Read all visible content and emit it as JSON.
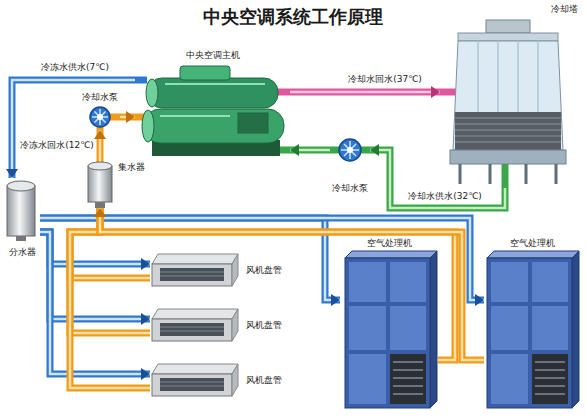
{
  "diagram": {
    "title": "中央空调系统工作原理",
    "nodes": [
      {
        "text": [
          "中央空调主机"
        ]
      },
      {
        "text": [
          "冷却塔"
        ]
      },
      {
        "text": [
          "冷却水泵"
        ]
      },
      {
        "text": [
          "冷却水泵"
        ]
      },
      {
        "text": [
          "集水器"
        ]
      },
      {
        "text": [
          "分水器"
        ]
      },
      {
        "text": [
          "风机盘管"
        ]
      },
      {
        "text": [
          "风机盘管"
        ]
      },
      {
        "text": [
          "风机盘管"
        ]
      },
      {
        "text": [
          "空气处理机"
        ]
      },
      {
        "text": [
          "空气处理机"
        ]
      }
    ],
    "edges": [
      {
        "from": 0,
        "to": 1,
        "label": "冷却水回水(37℃)",
        "arrow": "to"
      },
      {
        "from": 1,
        "to": 2,
        "label": "冷却水供水(32℃)",
        "arrow": "to"
      },
      {
        "from": 2,
        "to": 0,
        "arrow": "to"
      },
      {
        "from": 0,
        "to": 5,
        "label": "冷冻水供水(7℃)",
        "arrow": "to"
      },
      {
        "from": 4,
        "to": 3,
        "label": "冷冻水回水(12℃)",
        "arrow": "to"
      },
      {
        "from": 3,
        "to": 0,
        "arrow": "to"
      },
      {
        "from": 5,
        "to": 6,
        "arrow": "to"
      },
      {
        "from": 5,
        "to": 7,
        "arrow": "to"
      },
      {
        "from": 5,
        "to": 8,
        "arrow": "to"
      },
      {
        "from": 5,
        "to": 9,
        "arrow": "to"
      },
      {
        "from": 5,
        "to": 10,
        "arrow": "to"
      },
      {
        "from": 6,
        "to": 4,
        "arrow": "to"
      },
      {
        "from": 7,
        "to": 4,
        "arrow": "to"
      },
      {
        "from": 8,
        "to": 4,
        "arrow": "to"
      },
      {
        "from": 9,
        "to": 4,
        "arrow": "to"
      },
      {
        "from": 10,
        "to": 4,
        "arrow": "to"
      }
    ]
  }
}
